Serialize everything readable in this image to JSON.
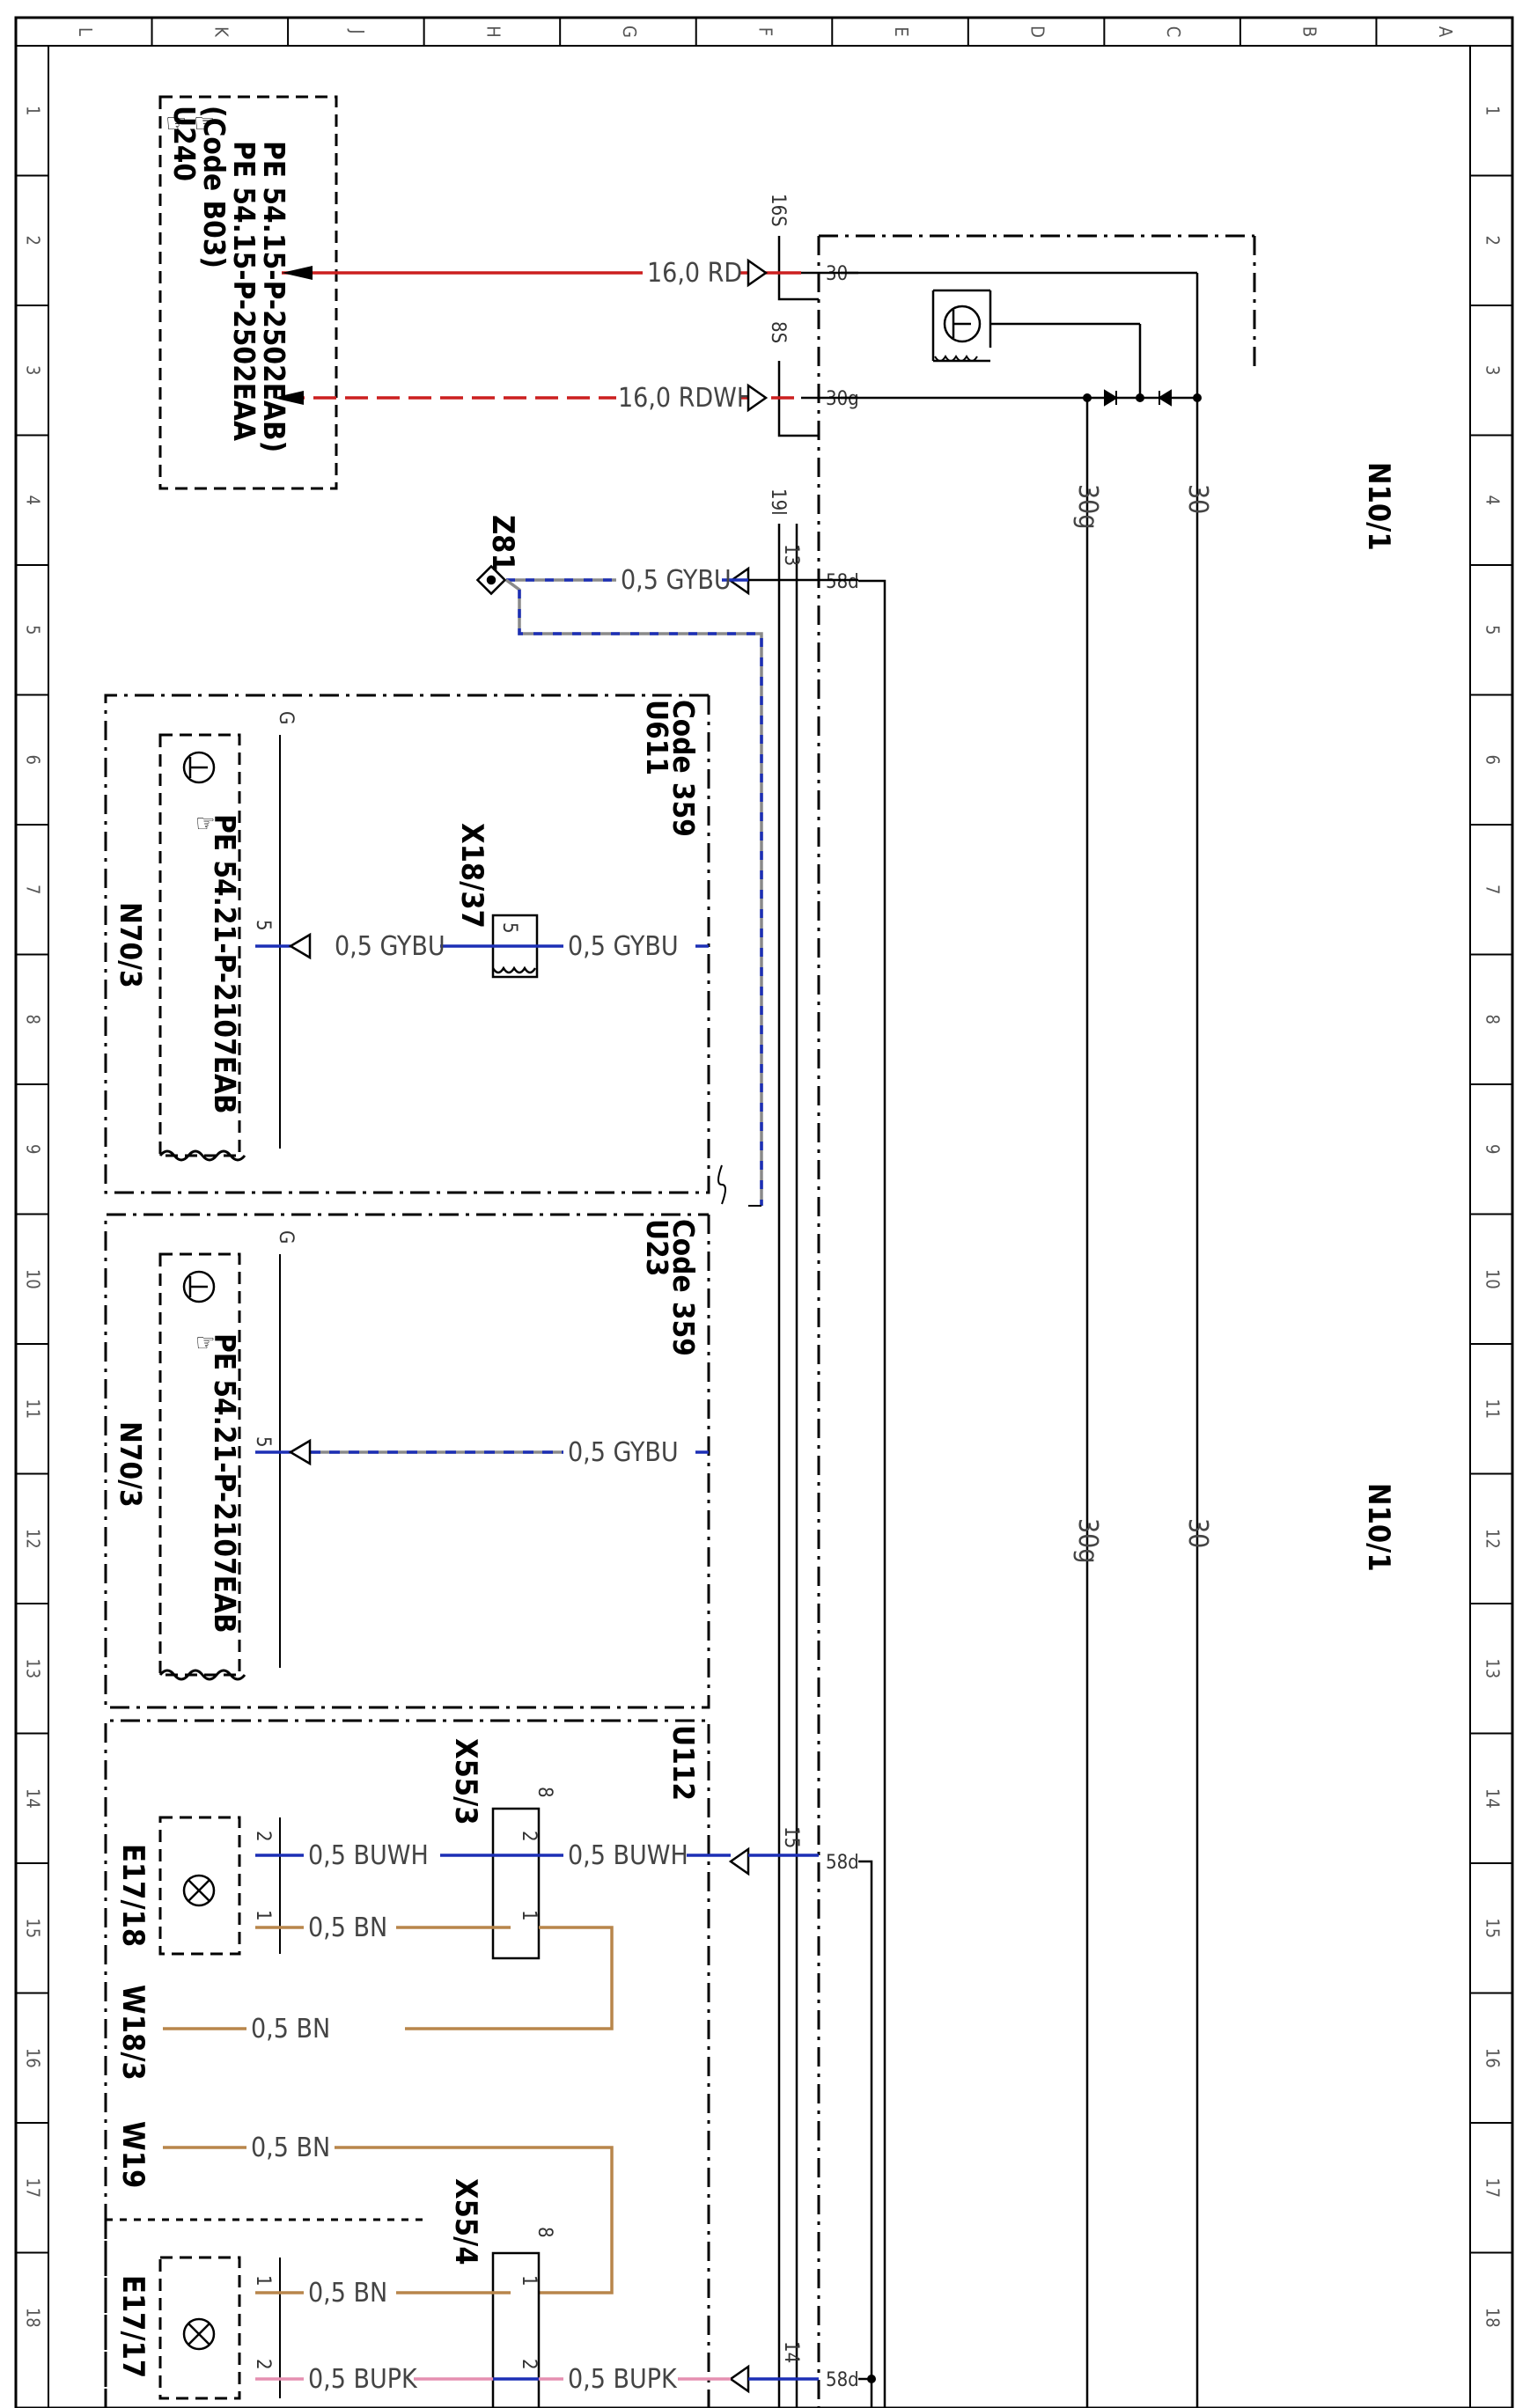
{
  "grid": {
    "columns": [
      "L",
      "K",
      "J",
      "H",
      "G",
      "F",
      "E",
      "D",
      "C",
      "B",
      "A"
    ],
    "rows": [
      "1",
      "2",
      "3",
      "4",
      "5",
      "6",
      "7",
      "8",
      "9",
      "10",
      "11",
      "12",
      "13",
      "14",
      "15",
      "16",
      "17",
      "18"
    ]
  },
  "colors": {
    "red": "#cc1f1f",
    "blue": "#1c2fb5",
    "gray": "#8a8a8a",
    "brown": "#b8864b",
    "pink": "#e58fb0",
    "black": "#000000"
  },
  "components": {
    "u240_title": "U240",
    "u240_code": "(Code B03)",
    "u240_ref1": "PE 54.15-P-2502EAA",
    "u240_ref2": "PE 54.15-P-2502EAB)",
    "n10_top": "N10/1",
    "n10_bottom": "N10/1",
    "z81": "Z81",
    "u611_code": "Code 359",
    "u611": "U611",
    "u23_code": "Code 359",
    "u23": "U23",
    "x18_37": "X18/37",
    "n70_3_a": "N70/3",
    "n70_3_a_ref": "PE 54.21-P-2107EAB",
    "n70_3_b": "N70/3",
    "n70_3_b_ref": "PE 54.21-P-2107EAB",
    "u112": "U112",
    "x55_3": "X55/3",
    "x55_4": "X55/4",
    "e17_18": "E17/18",
    "e17_17": "E17/17",
    "w18_3": "W18/3",
    "w19": "W19"
  },
  "wires": {
    "rd": "16,0 RD",
    "rdwh": "16,0 RDWH",
    "gybu_top": "0,5 GYBU",
    "gybu_a_right": "0,5 GYBU",
    "gybu_a_left": "0,5 GYBU",
    "gybu_b": "0,5 GYBU",
    "buwh_right": "0,5 BUWH",
    "buwh_left": "0,5 BUWH",
    "bn_e1718": "0,5 BN",
    "bn_w183": "0,5 BN",
    "bn_w19": "0,5 BN",
    "bn_e1717": "0,5 BN",
    "bupk_left": "0,5 BUPK",
    "bupk_right": "0,5 BUPK",
    "v30g_a": "30g",
    "v30_a": "30",
    "v30g_b": "30g",
    "v30_b": "30"
  },
  "terminals": {
    "t30": "30",
    "t30g": "30g",
    "t58d_a": "58d",
    "t58d_b": "58d",
    "t58d_c": "58d",
    "c16s": "16S",
    "c8s": "8S",
    "c19l": "19l",
    "p13": "13",
    "p15": "15",
    "p14": "14",
    "p5_a": "5",
    "p5_x18": "5",
    "p5_b": "5",
    "g_a": "G",
    "g_b": "G",
    "x55_3_pins": "8",
    "x55_3_p2": "2",
    "x55_3_p1": "1",
    "x55_4_pins": "8",
    "x55_4_p1": "1",
    "x55_4_p2": "2",
    "e1718_p2": "2",
    "e1718_p1": "1",
    "e1717_p1": "1",
    "e1717_p2": "2"
  },
  "icons": [
    "transistor-icon",
    "lamp-icon",
    "hand-pointer-icon",
    "ground-wavy-icon",
    "diode-icon",
    "connector-arrow-icon"
  ]
}
